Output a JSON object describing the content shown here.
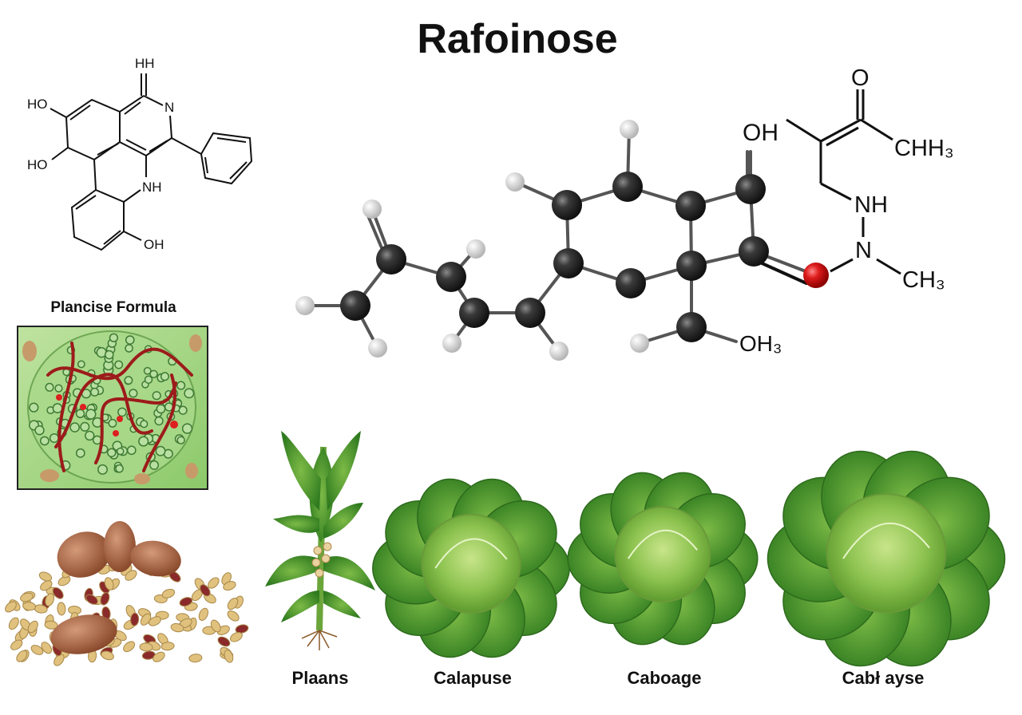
{
  "title": "Rafoinose",
  "skeletal_formula": {
    "caption": "Plancise Formula",
    "atoms": {
      "hh": "HH",
      "n": "N",
      "ho1": "HO",
      "ho2": "HO",
      "nh": "NH",
      "oh": "OH"
    }
  },
  "ball_stick_model": {
    "labels": {
      "oh": "OH",
      "oh3": "OH₃"
    }
  },
  "side_chain": {
    "labels": {
      "o": "O",
      "chh3": "CHH₃",
      "nh": "NH",
      "n": "N",
      "ch3": "CH₃"
    }
  },
  "items": [
    {
      "label": "Plaans"
    },
    {
      "label": "Calapuse"
    },
    {
      "label": "Caboage"
    },
    {
      "label": "Cabł ayse"
    }
  ],
  "colors": {
    "carbon": "#2e2e2e",
    "hydrogen": "#e6e6e6",
    "oxygen": "#d11a1a",
    "leaf": "#4f9a2e"
  }
}
